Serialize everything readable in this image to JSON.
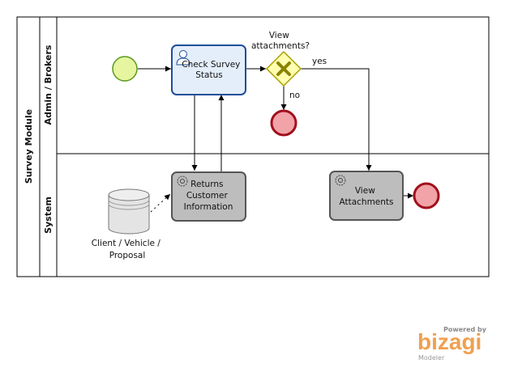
{
  "pool": {
    "label": "Survey Module"
  },
  "lanes": [
    {
      "label": "Admin / Brokers"
    },
    {
      "label": "System"
    }
  ],
  "tasks": {
    "check_survey": {
      "lines": [
        "Check Survey",
        "Status"
      ]
    },
    "returns_info": {
      "lines": [
        "Returns",
        "Customer",
        "Information"
      ]
    },
    "view_attachments": {
      "lines": [
        "View",
        "Attachments"
      ]
    }
  },
  "gateway": {
    "lines": [
      "View",
      "attachments?"
    ]
  },
  "flows": {
    "yes": "yes",
    "no": "no"
  },
  "datastore": {
    "lines": [
      "Client / Vehicle /",
      "Proposal"
    ]
  },
  "logo": {
    "powered": "Powered by",
    "brand": "bizagi",
    "product": "Modeler"
  },
  "colors": {
    "start_fill": "#e6f5a0",
    "start_stroke": "#5a9a1c",
    "end_fill": "#f2a3a8",
    "end_stroke": "#a0101c",
    "user_task_fill": "#e4eefa",
    "user_task_stroke": "#1f4e9a",
    "service_task_fill": "#bdbdbd",
    "service_task_stroke": "#555555",
    "gateway_fill": "#ffffb0",
    "gateway_stroke": "#a8a000",
    "brand": "#f0a050"
  }
}
